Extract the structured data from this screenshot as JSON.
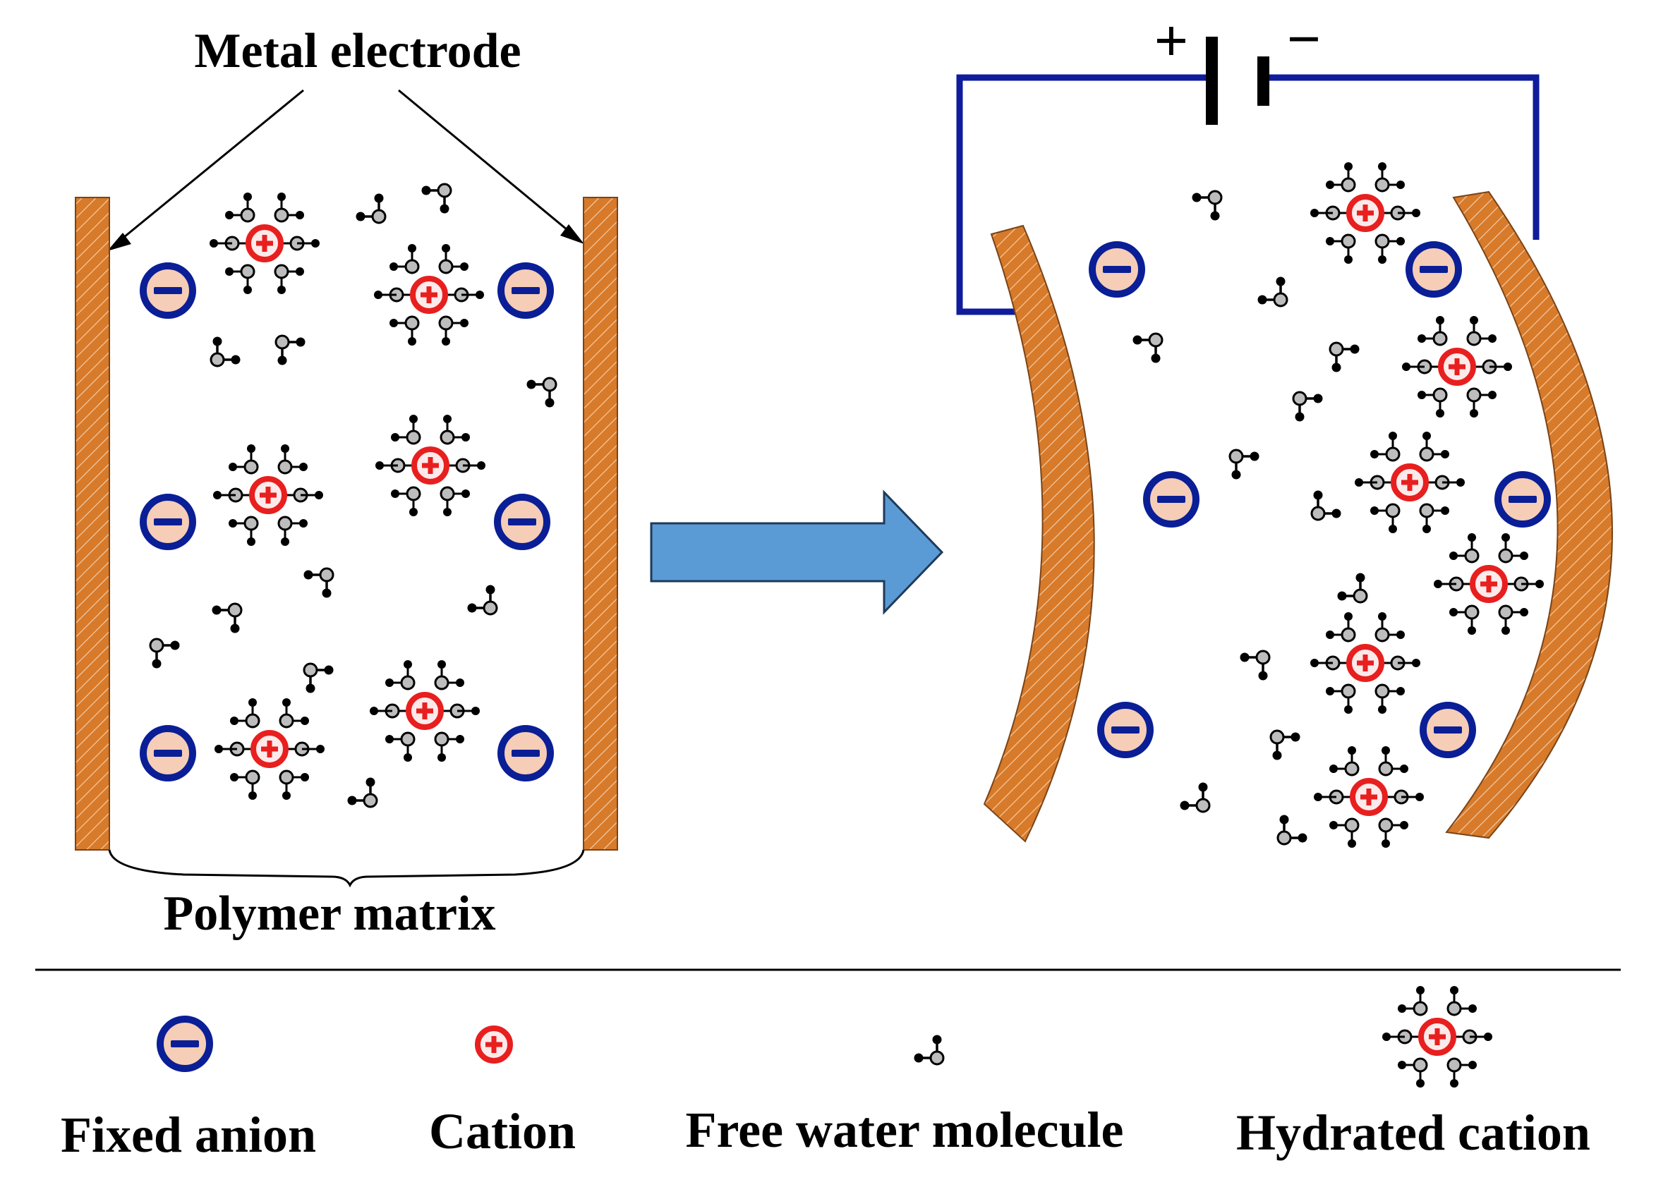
{
  "labels": {
    "metal_electrode": "Metal electrode",
    "polymer_matrix": "Polymer matrix"
  },
  "battery": {
    "plus": "+",
    "minus": "−"
  },
  "legend": {
    "fixed_anion": "Fixed anion",
    "cation": "Cation",
    "free_water": "Free water molecule",
    "hydrated_cation": "Hydrated cation"
  },
  "colors": {
    "electrode": "#D77A2A",
    "anion_ring": "#0A1E96",
    "anion_fill": "#F6CDB6",
    "cation_ring": "#E81F1F",
    "circuit": "#0F1C9C",
    "arrow": "#5B9BD5",
    "water_node": "#BDBDBD"
  },
  "icons": {
    "anion": "fixed-anion-icon",
    "cation": "cation-icon",
    "water": "water-molecule-icon",
    "hydrated": "hydrated-cation-icon"
  }
}
